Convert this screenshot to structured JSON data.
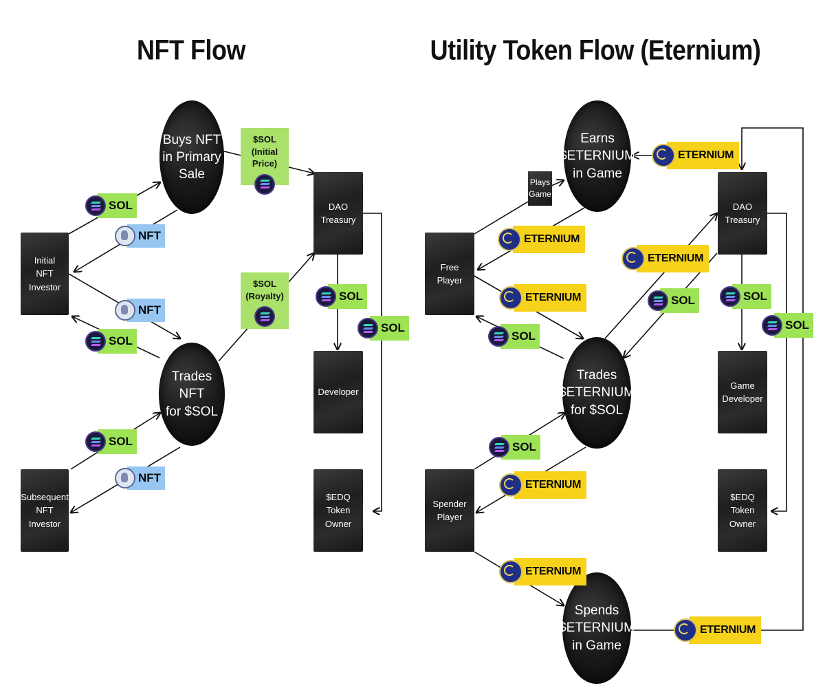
{
  "titles": {
    "left": "NFT Flow",
    "right": "Utility Token Flow (Eternium)"
  },
  "nft_flow": {
    "nodes": {
      "buys": "Buys NFT\nin Primary\nSale",
      "trades": "Trades NFT\nfor $SOL",
      "initial_investor": "Initial\nNFT\nInvestor",
      "subsequent_investor": "Subsequent\nNFT\nInvestor",
      "dao": "DAO\nTreasury",
      "developer": "Developer",
      "edq": "$EDQ\nToken Owner"
    },
    "notes": {
      "initial_price": "$SOL\n(Initial Price)",
      "royalty": "$SOL\n(Royalty)"
    },
    "badges": {
      "sol": "SOL",
      "nft": "NFT"
    }
  },
  "token_flow": {
    "nodes": {
      "earns": "Earns\n$ETERNIUM\nin Game",
      "trades": "Trades\n$ETERNIUM\nfor $SOL",
      "spends": "Spends\n$ETERNIUM\nin Game",
      "free_player": "Free\nPlayer",
      "spender_player": "Spender\nPlayer",
      "dao": "DAO\nTreasury",
      "game_developer": "Game\nDeveloper",
      "edq": "$EDQ\nToken Owner",
      "plays_game": "Plays\nGame"
    },
    "badges": {
      "sol": "SOL",
      "eternium": "ETERNIUM"
    }
  },
  "colors": {
    "sol_badge": "#9ee356",
    "nft_badge": "#97c6f2",
    "eternium_badge": "#f6d21b",
    "node_fill": "#1c1c1c"
  },
  "icons": {
    "sol": "solana-icon",
    "nft": "nft-avatar-icon",
    "eternium": "eternium-coin-icon"
  }
}
